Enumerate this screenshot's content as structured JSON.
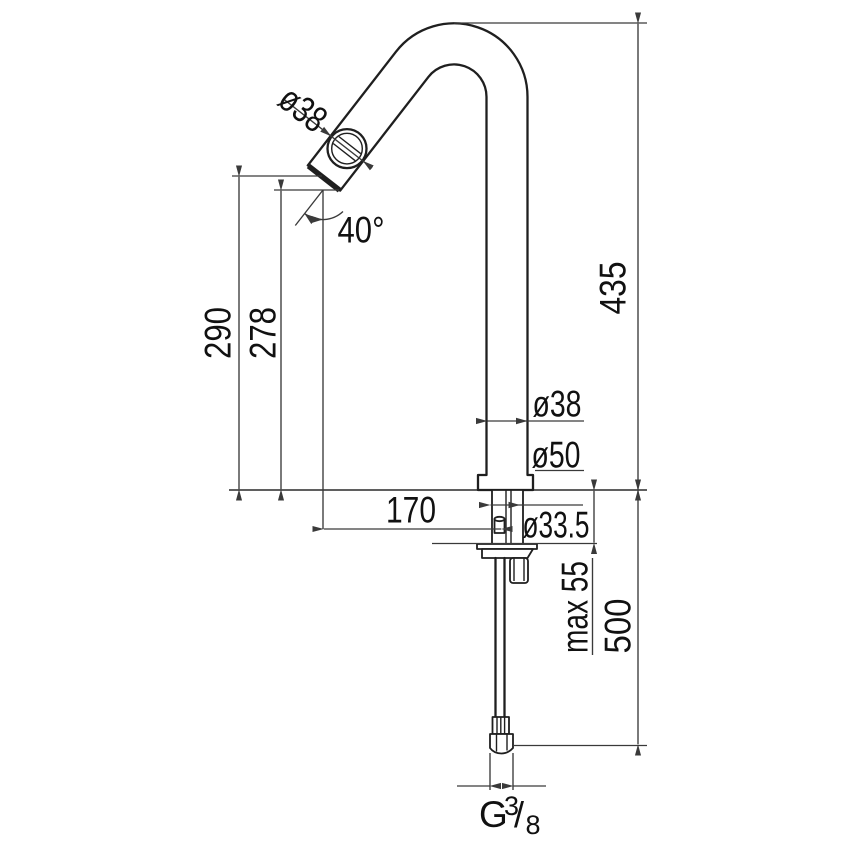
{
  "drawing": {
    "type": "faucet technical dimension drawing",
    "colors": {
      "object_line": "#1f1f1f",
      "dimension_line": "#3a3a3a",
      "background": "#ffffff"
    },
    "dimensions": {
      "spout_outlet_diameter": "ø38",
      "spout_angle": "40°",
      "outlet_center_height": "290",
      "outlet_tip_height": "278",
      "total_height": "435",
      "body_diameter": "ø38",
      "base_diameter": "ø50",
      "spout_reach": "170",
      "shank_diameter": "ø33.5",
      "max_deck_thickness": "max 55",
      "supply_hose_length": "500",
      "thread_prefix": "G",
      "thread_numerator": "3",
      "thread_slash": "/",
      "thread_denominator": "8"
    }
  }
}
